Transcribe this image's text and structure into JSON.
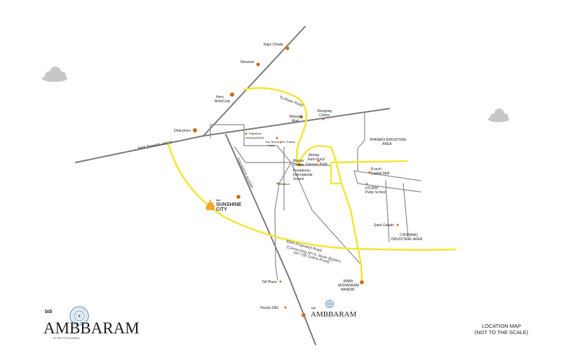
{
  "colors": {
    "road": "#7a7a7a",
    "highlight_road": "#f3e63a",
    "poi": "#cc6a12",
    "sunshine": "#f5a623",
    "ambbaram_rings": "#4a86b8",
    "cloud": "#c7c7c7"
  },
  "roads": {
    "nh8": "← NH8 Towards Jaipur",
    "link_road": "To Alwar Road",
    "towards_alwar": "TOWARDS ALWAR",
    "peripheral_title": "60mt Proposed Road",
    "peripheral_sub1": "(Connecting NH 8, Alwar Bypass,",
    "peripheral_sub2": "NH 71B Sohna Road)",
    "gaurav_path": "Gaurav Path"
  },
  "places": {
    "rajiv_chowk": "Rajiv Chowk",
    "manesar": "Manesar",
    "hero_1": "Hero",
    "hero_2": "MotoCorp",
    "dharuhera": "Dharuhera",
    "bhiwadi_1": "Bhiwadi",
    "bhiwadi_2": "Mod",
    "shopping_1": "Shopping",
    "shopping_2": "Centre",
    "rajasthan_1": "Rajasthan",
    "rajasthan_2": "Housing Board",
    "two_rivers_1": "Two Rivers",
    "two_rivers_2": "Hotel",
    "rc_palace": "RC Palace",
    "mohan_1": "Mohan",
    "mohan_2": "Ram Kund",
    "mansa_1": "Mansa",
    "mansa_2": "Chowk",
    "presidency_1": "Presidency",
    "presidency_2": "International",
    "presidency_3": "School",
    "milakpur": "Milakpur",
    "industrial_1": "BHIWADI INDUSTRIAL",
    "industrial_2": "AREA",
    "rtech_1": "R-tech",
    "rtech_2": "Capital Mall",
    "ucskm_1": "UCSKM",
    "ucskm_2": "Pubic School",
    "saint_gobain": "Saint Gobain",
    "chopanki_1": "CHOPANKI",
    "chopanki_2": "INDUSTRIAL AREA",
    "baba_1": "BABA",
    "baba_2": "MOHANRAM",
    "baba_3": "MANDIR",
    "toll_plaza": "Toll Plaza",
    "honda": "Honda SIEL"
  },
  "sunshine": {
    "top": "bdi",
    "main": "SUNSHINE",
    "bottom": "CITY"
  },
  "project_logo": {
    "brand": "bdi",
    "name": "AMBBARAM"
  },
  "brand_logo": {
    "brand": "bdi",
    "name": "AMBBARAM",
    "tagline": "BY MEETTHI ANGMAN"
  },
  "caption": {
    "line1": "LOCATION MAP",
    "line2": "(NOT TO THE SCALE)"
  }
}
